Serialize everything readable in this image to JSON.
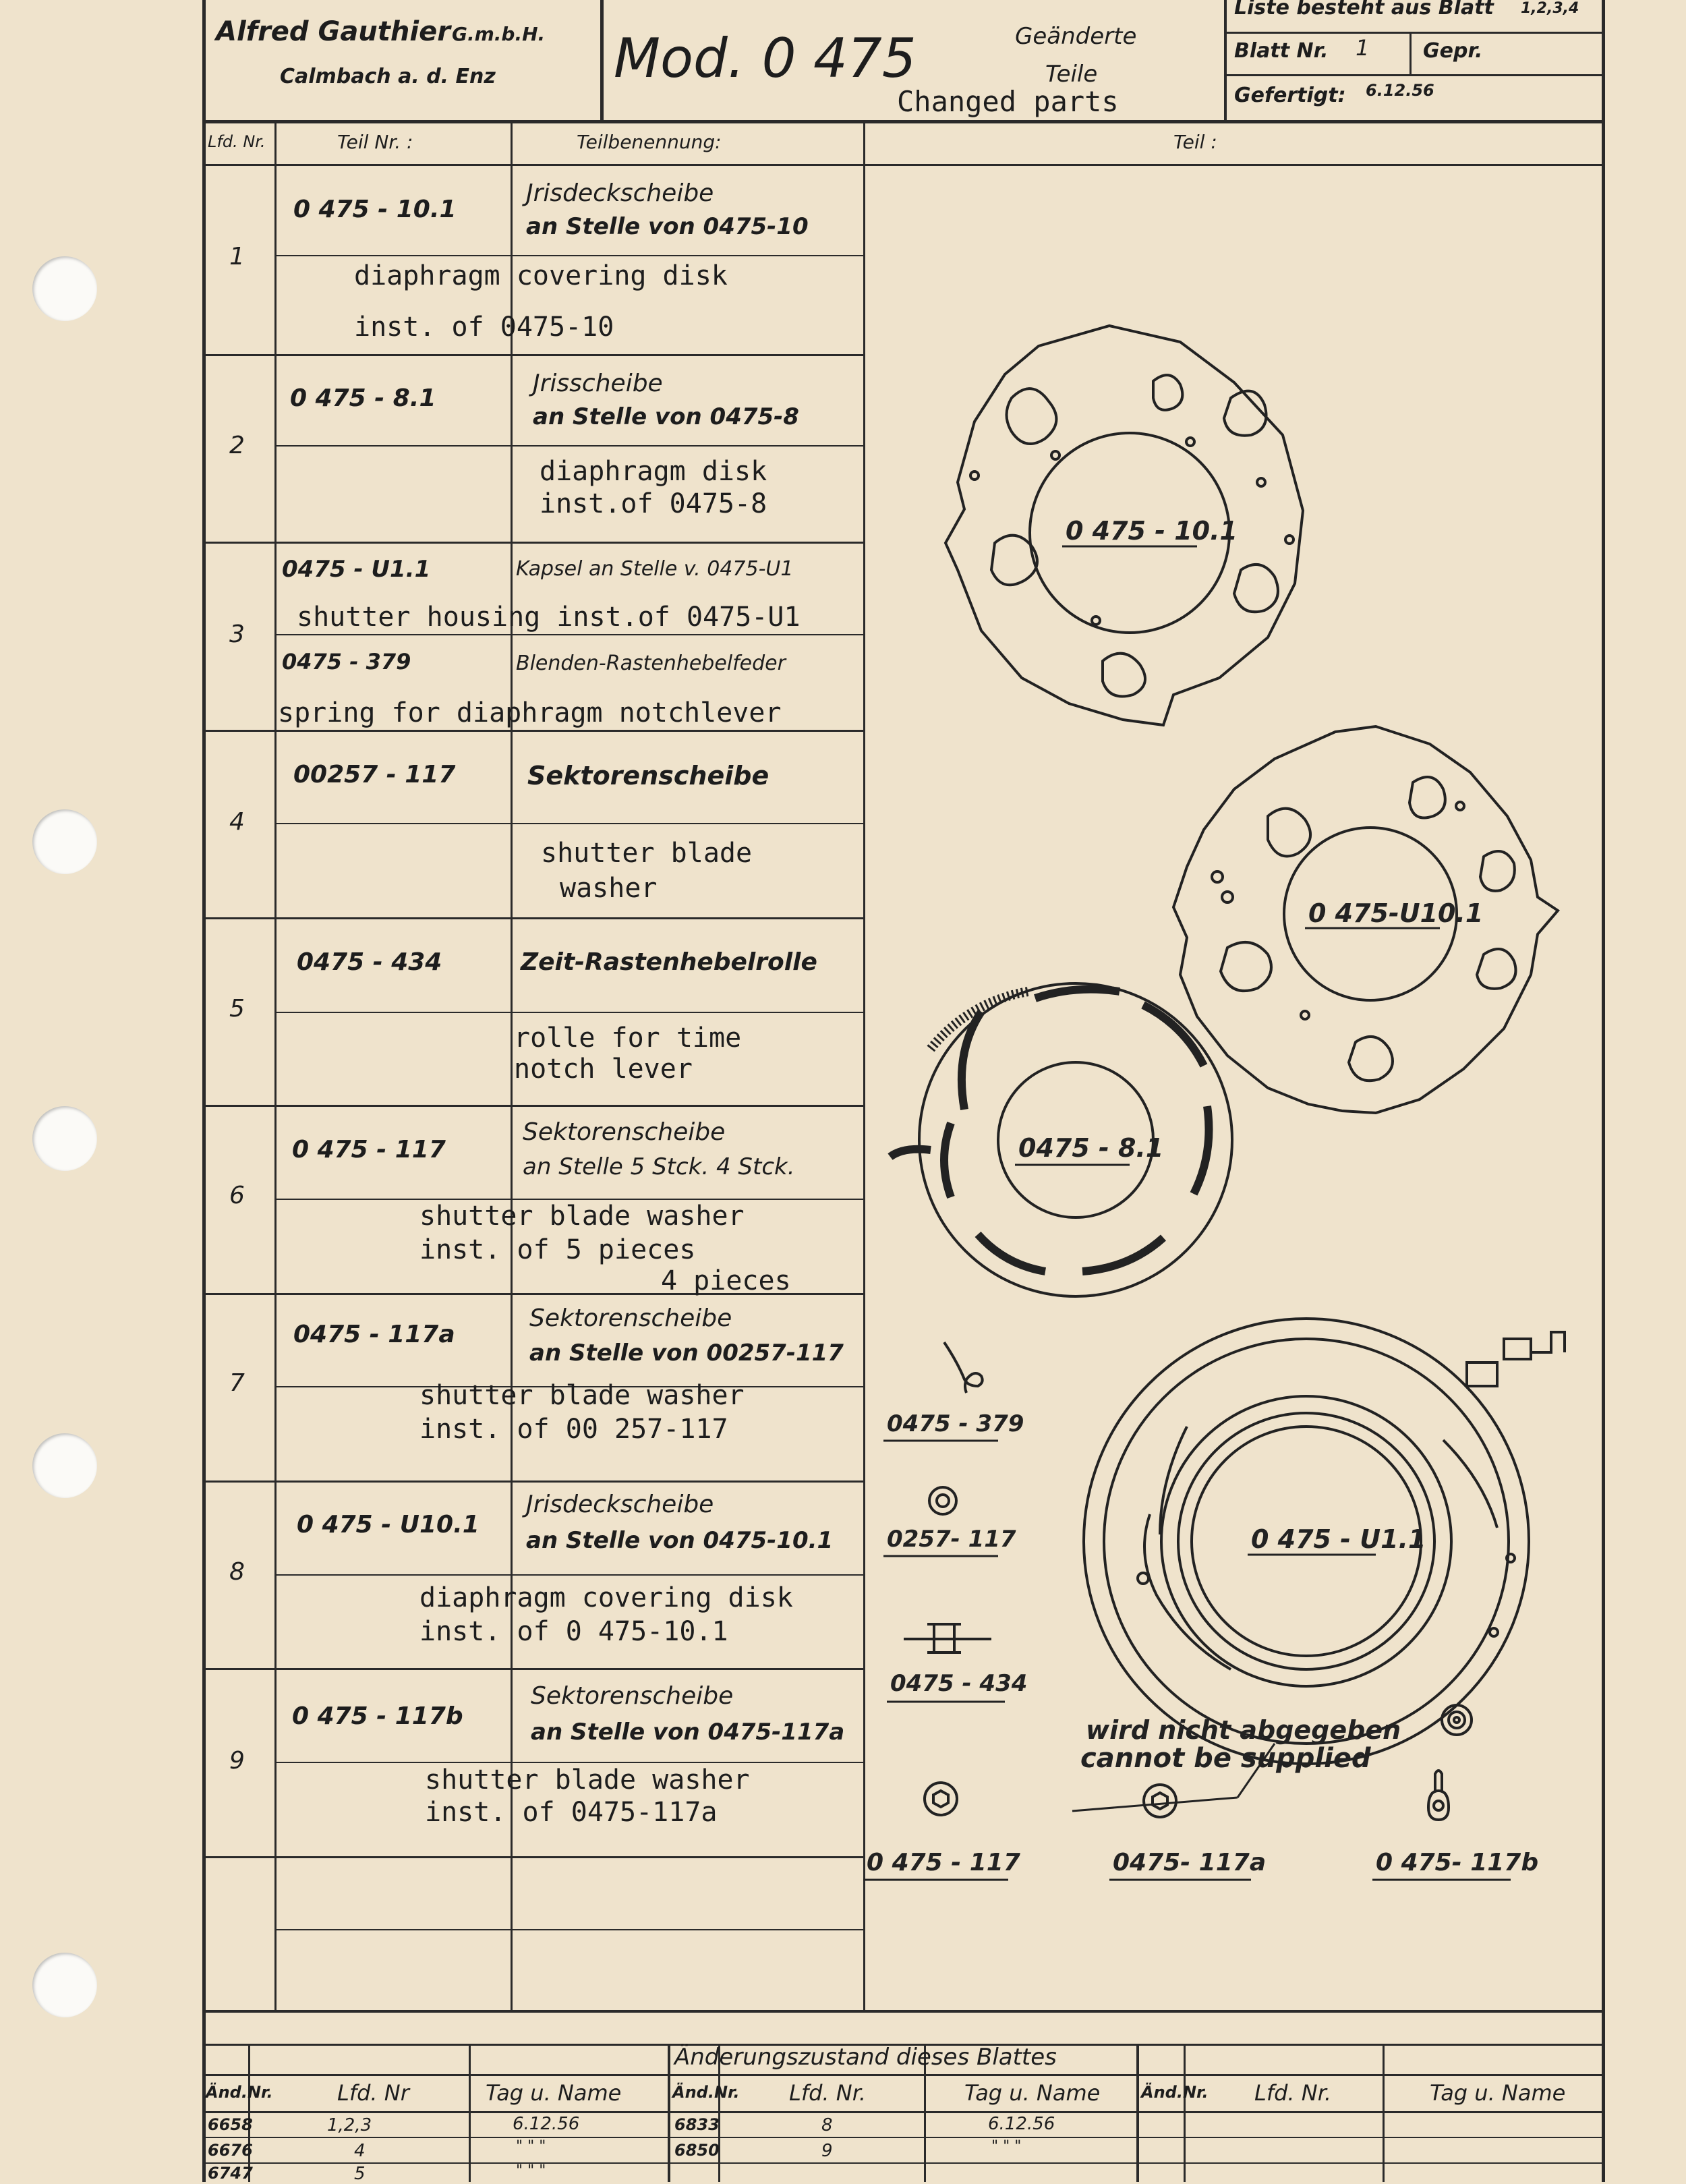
{
  "header": {
    "company": "Alfred Gauthier",
    "company_suffix": "G.m.b.H.",
    "city": "Calmbach a. d. Enz",
    "model": "Mod. 0 475",
    "changed_de_1": "Geänderte",
    "changed_de_2": "Teile",
    "changed_en": "Changed parts",
    "list_label": "Liste besteht aus Blatt",
    "list_value": "1,2,3,4",
    "sheet_label": "Blatt Nr.",
    "sheet_value": "1",
    "checked_label": "Gepr.",
    "made_label": "Gefertigt:",
    "made_value": "6.12.56"
  },
  "columns": {
    "lfd": "Lfd. Nr.",
    "part_no": "Teil Nr. :",
    "part_name": "Teilbenennung:",
    "part": "Teil :"
  },
  "rows": [
    {
      "num": "1",
      "part_no": "0 475 - 10.1",
      "name_de": "Jrisdeckscheibe",
      "ref_de": "an Stelle von 0475-10",
      "en1": "diaphragm covering disk",
      "en2": "inst. of 0475-10"
    },
    {
      "num": "2",
      "part_no": "0 475 - 8.1",
      "name_de": "Jrisscheibe",
      "ref_de": "an Stelle von 0475-8",
      "en1": "diaphragm disk",
      "en2": "inst.of 0475-8"
    },
    {
      "num": "3",
      "part_no": "0475 - U1.1",
      "name_de": "Kapsel an Stelle v. 0475-U1",
      "en1": "shutter housing inst.of 0475-U1",
      "part_no_b": "0475 - 379",
      "name_de_b": "Blenden-Rastenhebelfeder",
      "en_b": "spring for diaphragm notchlever"
    },
    {
      "num": "4",
      "part_no": "00257 - 117",
      "name_de": "Sektorenscheibe",
      "en1": "shutter blade",
      "en2": "washer"
    },
    {
      "num": "5",
      "part_no": "0475 - 434",
      "name_de": "Zeit-Rastenhebelrolle",
      "en1": "rolle for time",
      "en2": "notch lever"
    },
    {
      "num": "6",
      "part_no": "0 475 - 117",
      "name_de": "Sektorenscheibe",
      "ref_de": "an Stelle 5 Stck. 4 Stck.",
      "en1": "shutter blade washer",
      "en2": "inst. of 5 pieces",
      "en3": "4 pieces"
    },
    {
      "num": "7",
      "part_no": "0475 - 117a",
      "name_de": "Sektorenscheibe",
      "ref_de": "an Stelle von 00257-117",
      "en1": "shutter blade washer",
      "en2": "inst. of 00 257-117"
    },
    {
      "num": "8",
      "part_no": "0 475 - U10.1",
      "name_de": "Jrisdeckscheibe",
      "ref_de": "an Stelle von 0475-10.1",
      "en1": "diaphragm covering disk",
      "en2": "inst. of 0 475-10.1"
    },
    {
      "num": "9",
      "part_no": "0 475 - 117b",
      "name_de": "Sektorenscheibe",
      "ref_de": "an Stelle von 0475-117a",
      "en1": "shutter blade washer",
      "en2": "inst. of 0475-117a"
    }
  ],
  "drawings": {
    "d1": "0 475 - 10.1",
    "d2": "0 475-U10.1",
    "d3": "0475 - 8.1",
    "d4": "0 475 - U1.1",
    "s1": "0475 - 379",
    "s2": "0257- 117",
    "s3": "0475 - 434",
    "s4": "0 475 - 117",
    "s5": "0475- 117a",
    "s6": "0 475- 117b",
    "note_de": "wird nicht abgegeben",
    "note_en": "cannot be supplied"
  },
  "footer": {
    "title": "Änderungszustand dieses Blattes",
    "h_and": "Änd.Nr.",
    "h_lfd": "Lfd. Nr",
    "h_lfd2": "Lfd. Nr.",
    "h_tag": "Tag u. Name",
    "rows": [
      {
        "a": "6658",
        "l": "1,2,3",
        "t": "6.12.56",
        "a2": "6833",
        "l2": "8",
        "t2": "6.12.56"
      },
      {
        "a": "6676",
        "l": "4",
        "t": "\" \" \"",
        "a2": "6850",
        "l2": "9",
        "t2": "\" \" \""
      },
      {
        "a": "6747",
        "l": "5",
        "t": "\" \" \"",
        "a2": "",
        "l2": "",
        "t2": ""
      }
    ]
  }
}
